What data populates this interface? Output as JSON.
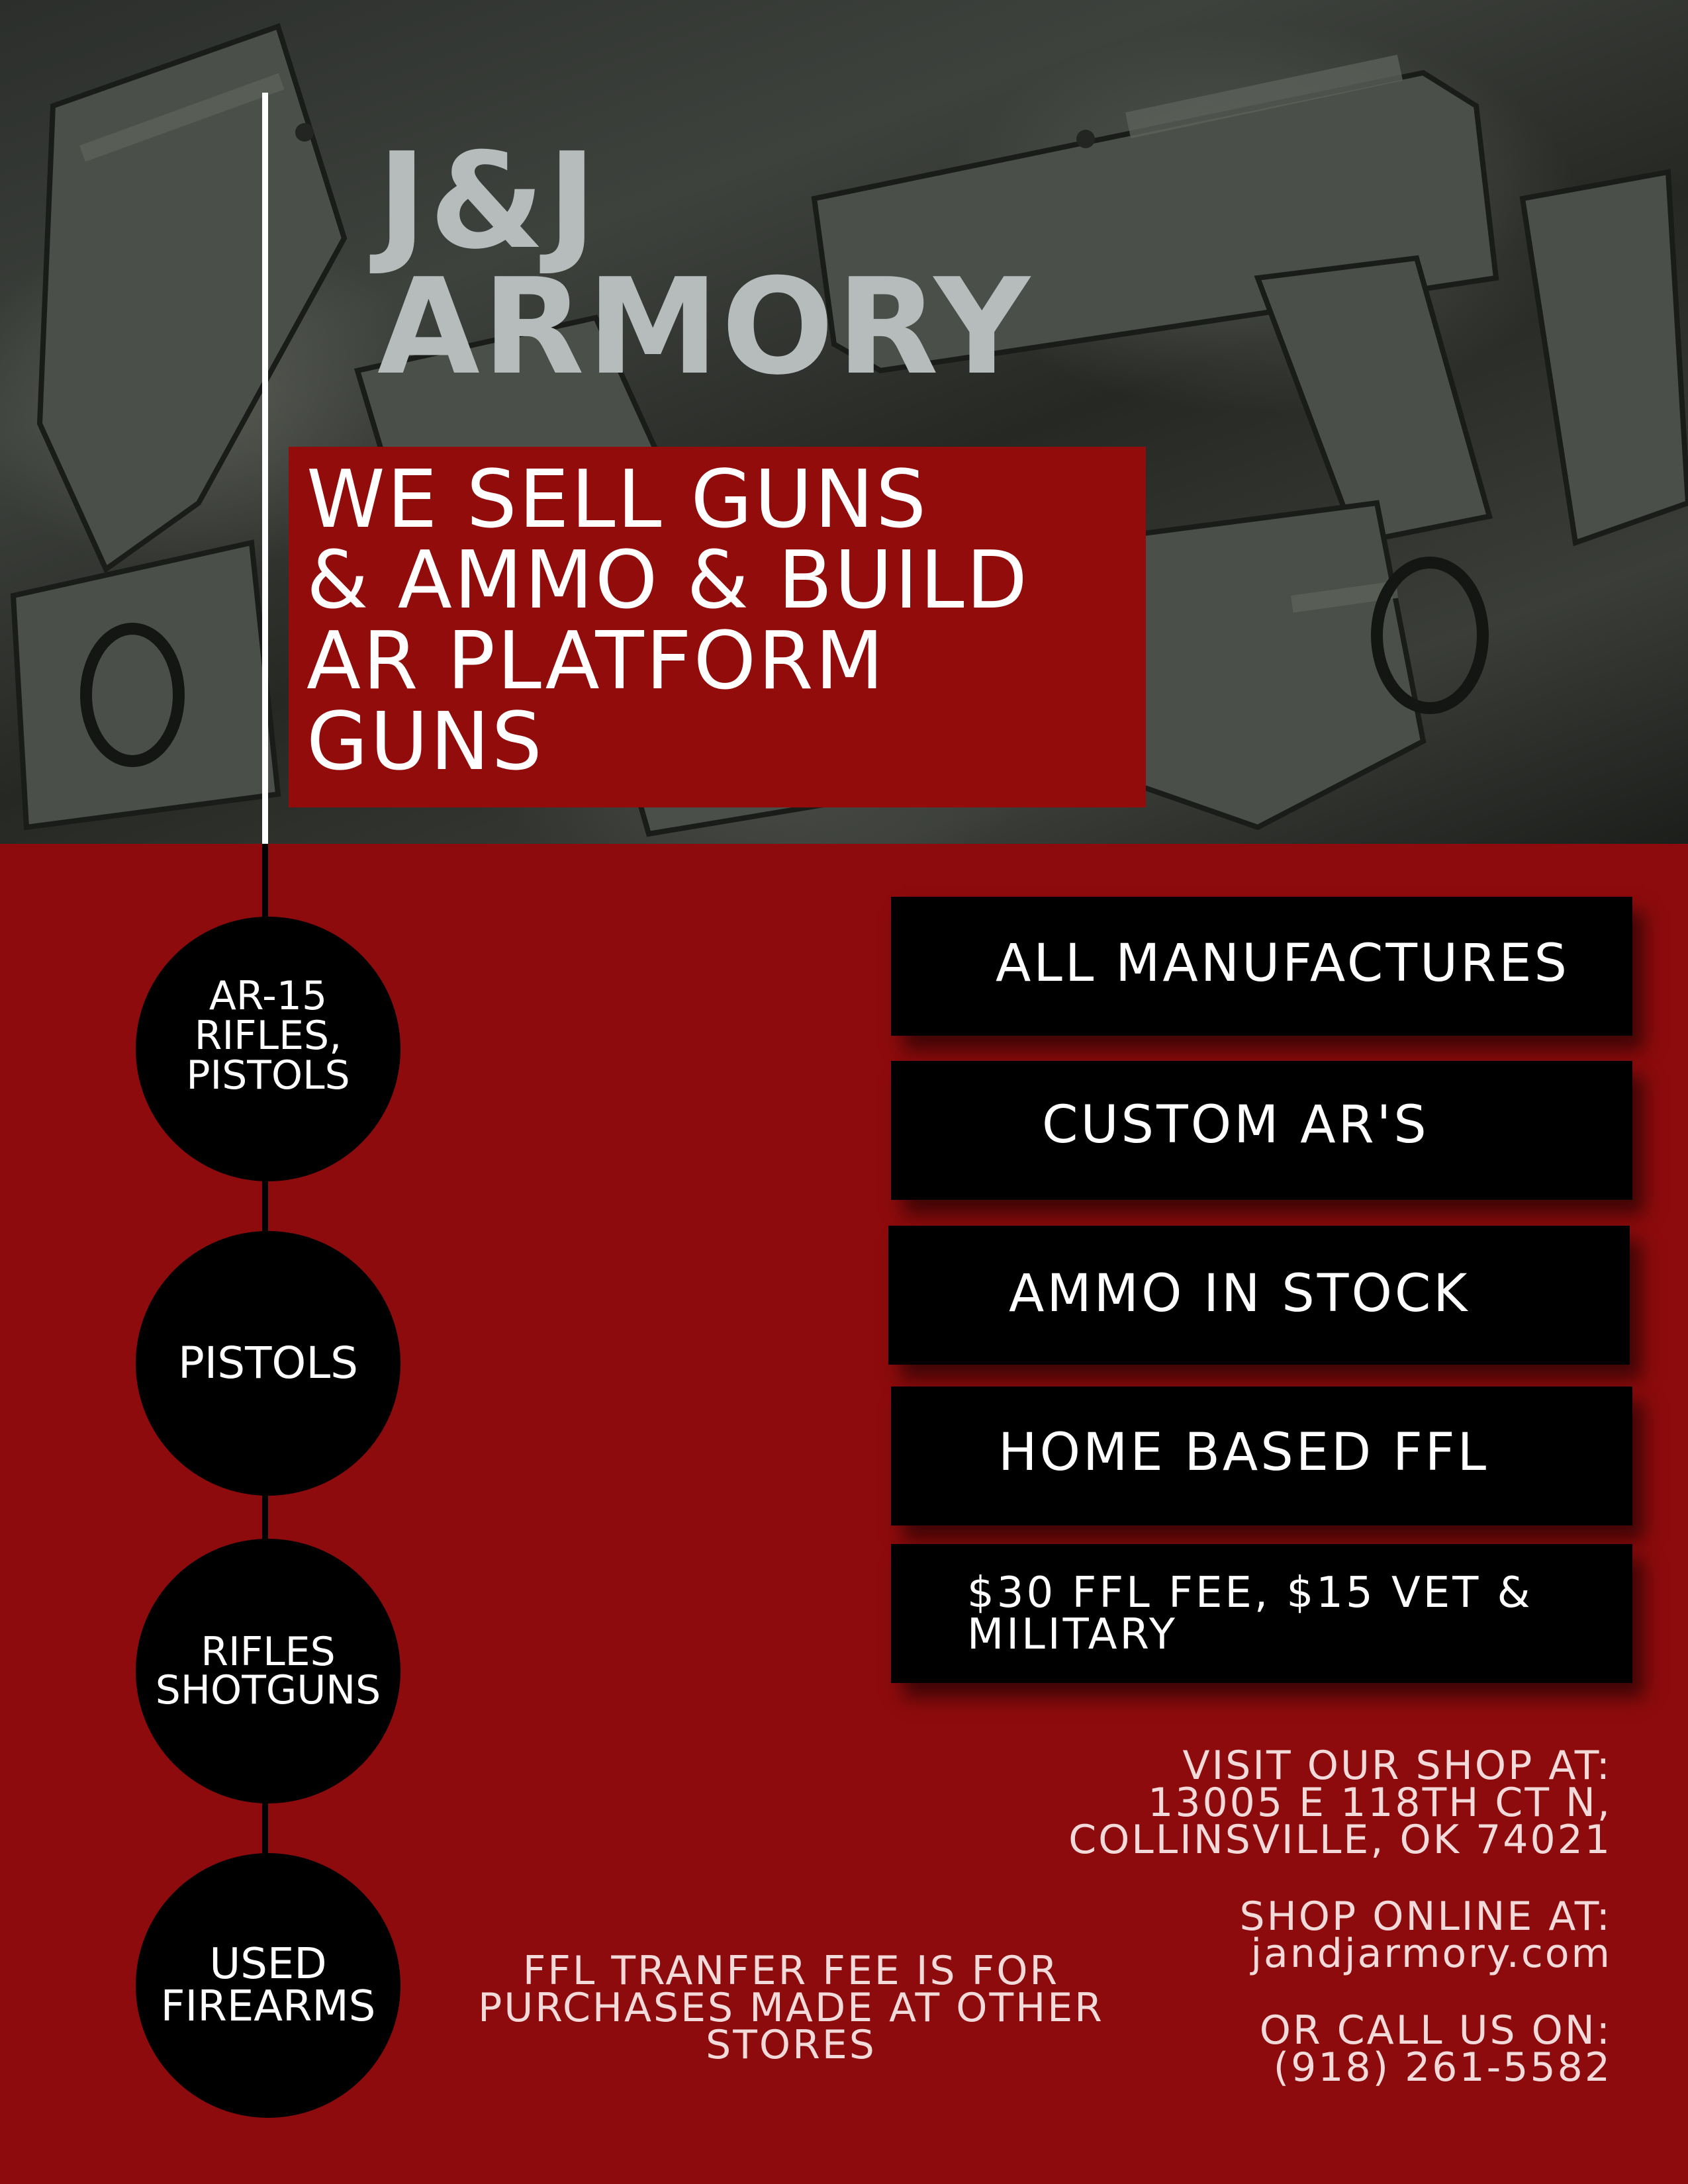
{
  "brand": {
    "line1": "J&J",
    "line2": "ARMORY"
  },
  "tagline": "WE SELL GUNS\n& AMMO & BUILD\nAR PLATFORM\nGUNS",
  "categories": [
    {
      "label": "AR-15\nRIFLES,\nPISTOLS"
    },
    {
      "label": "PISTOLS"
    },
    {
      "label": "RIFLES\nSHOTGUNS"
    },
    {
      "label": "USED\nFIREARMS"
    }
  ],
  "features": [
    {
      "label": "ALL MANUFACTURES"
    },
    {
      "label": "CUSTOM AR'S"
    },
    {
      "label": "AMMO IN STOCK"
    },
    {
      "label": "HOME BASED FFL"
    },
    {
      "label_line1": "$30 FFL FEE, $15 VET &",
      "label_line2": "MILITARY"
    }
  ],
  "contact": {
    "visit_heading": "VISIT OUR SHOP AT:",
    "address_line1": "13005 E 118TH CT N,",
    "address_line2": "COLLINSVILLE, OK 74021",
    "online_heading": "SHOP ONLINE AT:",
    "website": "jandjarmory.com",
    "call_heading": "OR CALL US ON:",
    "phone": "(918) 261-5582"
  },
  "ffl_note": "FFL TRANFER FEE IS FOR\nPURCHASES MADE AT OTHER\nSTORES",
  "colors": {
    "background_red": "#8d0b0c",
    "tag_red": "#920c0c",
    "brand_gray": "#b5bcbb"
  }
}
